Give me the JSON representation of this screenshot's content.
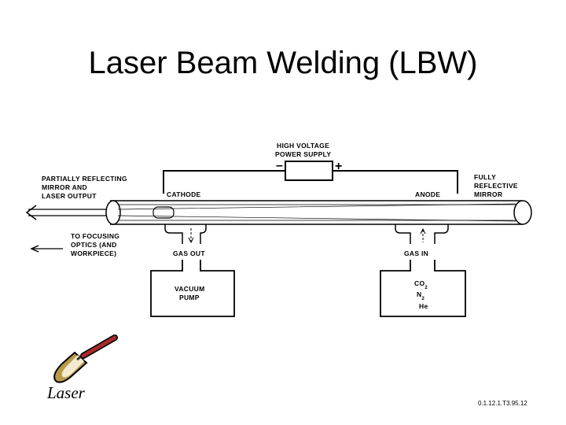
{
  "slide": {
    "title": "Laser Beam Welding (LBW)",
    "logo_label": "Laser",
    "slide_code": "0.1.12.1.T3.95.12"
  },
  "diagram": {
    "power_supply": {
      "line1": "HIGH VOLTAGE",
      "line2": "POWER SUPPLY",
      "minus": "–",
      "plus": "+"
    },
    "partial_mirror": {
      "line1": "PARTIALLY REFLECTING",
      "line2": "MIRROR AND",
      "line3": "LASER OUTPUT"
    },
    "focusing": {
      "line1": "TO FOCUSING",
      "line2": "OPTICS (AND",
      "line3": "WORKPIECE)"
    },
    "cathode": "CATHODE",
    "anode": "ANODE",
    "full_mirror": {
      "line1": "FULLY",
      "line2": "REFLECTIVE",
      "line3": "MIRROR"
    },
    "gas_out": "GAS OUT",
    "gas_in": "GAS IN",
    "vacuum_pump": {
      "line1": "VACUUM",
      "line2": "PUMP"
    },
    "gas_mix": {
      "co": "CO",
      "co_sub": "2",
      "n": "N",
      "n_sub": "2",
      "he": "He"
    }
  }
}
